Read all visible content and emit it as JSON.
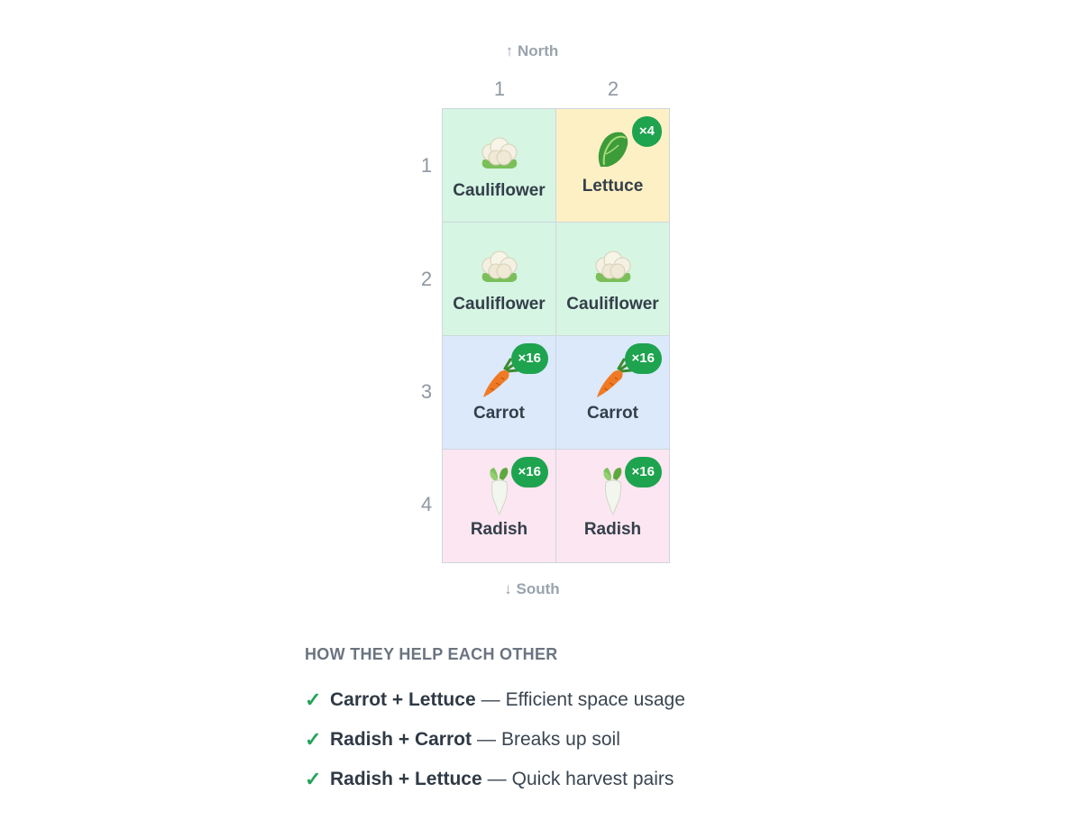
{
  "compass": {
    "north": "↑ North",
    "south": "↓ South"
  },
  "grid": {
    "columns": [
      "1",
      "2"
    ],
    "rows": [
      "1",
      "2",
      "3",
      "4"
    ],
    "cells": [
      {
        "plant": "Cauliflower",
        "icon": "cauliflower-icon",
        "color": "#d6f5e3",
        "count": ""
      },
      {
        "plant": "Lettuce",
        "icon": "lettuce-icon",
        "color": "#fdf0c4",
        "count": "×4"
      },
      {
        "plant": "Cauliflower",
        "icon": "cauliflower-icon",
        "color": "#d6f5e3",
        "count": ""
      },
      {
        "plant": "Cauliflower",
        "icon": "cauliflower-icon",
        "color": "#d6f5e3",
        "count": ""
      },
      {
        "plant": "Carrot",
        "icon": "carrot-icon",
        "color": "#dbe9fb",
        "count": "×16"
      },
      {
        "plant": "Carrot",
        "icon": "carrot-icon",
        "color": "#dbe9fb",
        "count": "×16"
      },
      {
        "plant": "Radish",
        "icon": "radish-icon",
        "color": "#fbe6f1",
        "count": "×16"
      },
      {
        "plant": "Radish",
        "icon": "radish-icon",
        "color": "#fbe6f1",
        "count": "×16"
      }
    ]
  },
  "benefits": {
    "heading": "HOW THEY HELP EACH OTHER",
    "items": [
      {
        "pair": "Carrot + Lettuce",
        "description": "Efficient space usage"
      },
      {
        "pair": "Radish + Carrot",
        "description": "Breaks up soil"
      },
      {
        "pair": "Radish + Lettuce",
        "description": "Quick harvest pairs"
      }
    ],
    "check_symbol": "✓",
    "dash": "—"
  },
  "colors": {
    "badge": "#1ea34f",
    "check": "#24a35a"
  }
}
